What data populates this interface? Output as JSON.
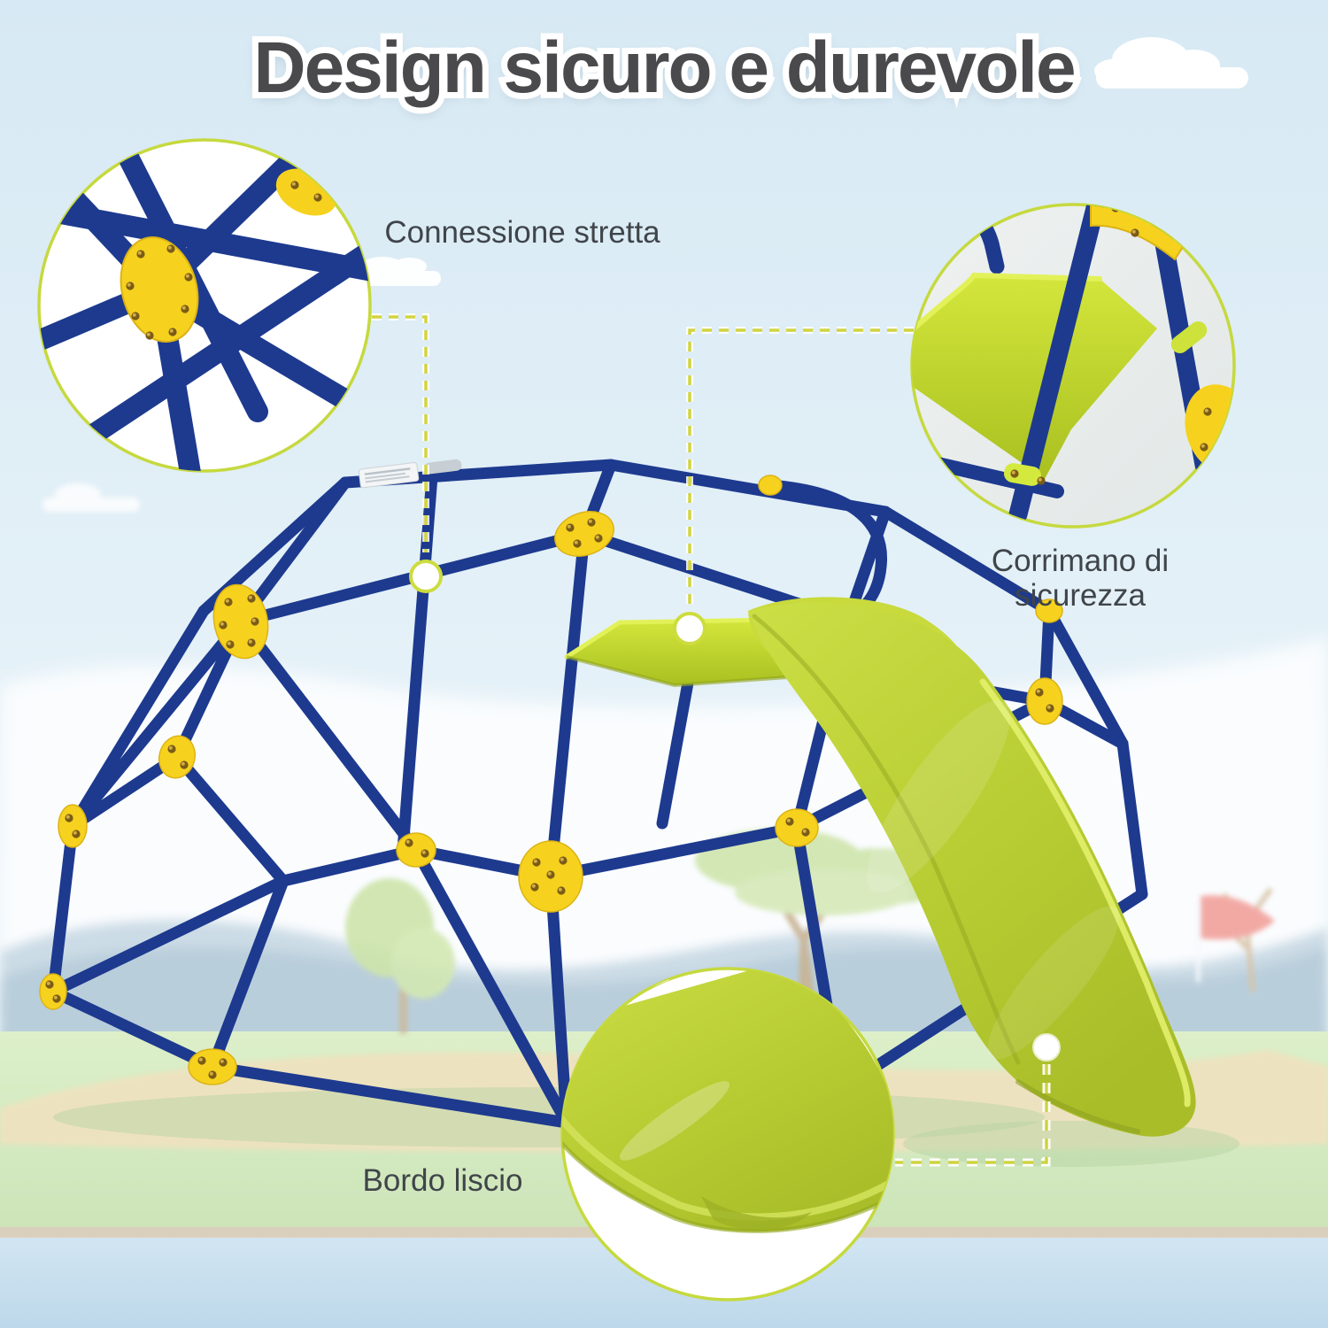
{
  "title": "Design sicuro e durevole",
  "callouts": {
    "connection": {
      "label": "Connessione stretta"
    },
    "handrail": {
      "label": "Corrimano di sicurezza"
    },
    "smooth_edge": {
      "label": "Bordo liscio"
    }
  },
  "palette": {
    "title_text": "#4a4a4c",
    "label_text": "#3f454a",
    "frame_blue": "#1d3a8f",
    "plate_yellow": "#f6d21f",
    "slide_green": "#bcd136",
    "fabric_green": "#c6da2f",
    "callout_ring": "#c6d93e",
    "connector_yellow": "#d2d43f",
    "marker_ring": "#cddc3e",
    "sky_blue": "#d7e9f4",
    "cloud_white": "#fbfdfe",
    "mountain_blue": "#b8cdda",
    "grass_green": "#d2e8bf",
    "sand_tan": "#efe2bf",
    "water_blue": "#c3dbec",
    "flag_pink": "#f2a19b"
  }
}
